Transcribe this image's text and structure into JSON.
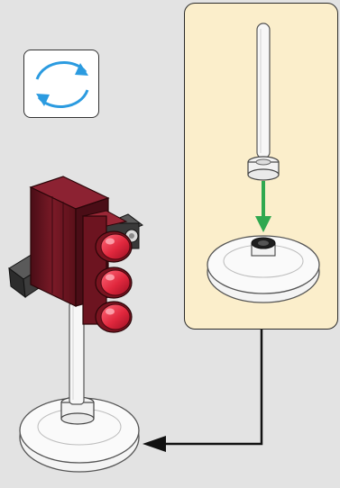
{
  "instruction": {
    "icons": {
      "rotate": "rotate-model-icon",
      "arrow": "connector-arrow-icon",
      "insert": "insert-down-arrow-icon"
    },
    "parts": {
      "pole": "transparent-bar",
      "base": "transparent-round-base",
      "clip": "clip-connector",
      "traffic_light": "traffic-light-assembly"
    },
    "colors": {
      "background": "#e3e3e3",
      "panel_fill": "#fbeecb",
      "rotate_arrows": "#2b9be0",
      "insert_arrow": "#2fa84f",
      "light_red": "#e0273d",
      "housing_dark_red": "#6d1420",
      "bracket_dark": "#3a3a3a"
    }
  }
}
